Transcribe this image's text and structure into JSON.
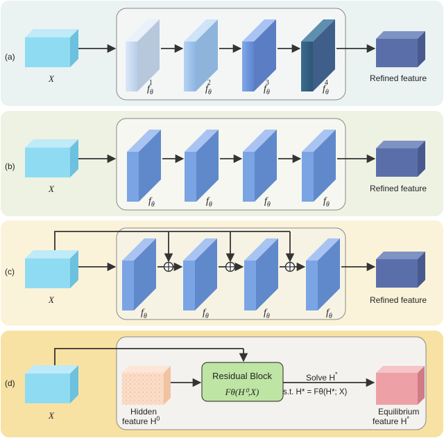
{
  "panels": [
    {
      "label": "(a)",
      "input": "X",
      "output": "Refined feature",
      "layers": [
        {
          "base": "f",
          "sub": "θ",
          "sup": "1"
        },
        {
          "base": "f",
          "sub": "θ",
          "sup": "2"
        },
        {
          "base": "f",
          "sub": "θ",
          "sup": "3"
        },
        {
          "base": "f",
          "sub": "θ",
          "sup": "4"
        }
      ]
    },
    {
      "label": "(b)",
      "input": "X",
      "output": "Refined feature",
      "layers": [
        {
          "base": "f",
          "sub": "θ"
        },
        {
          "base": "f",
          "sub": "θ"
        },
        {
          "base": "f",
          "sub": "θ"
        },
        {
          "base": "f",
          "sub": "θ"
        }
      ]
    },
    {
      "label": "(c)",
      "input": "X",
      "output": "Refined feature",
      "layers": [
        {
          "base": "f",
          "sub": "θ"
        },
        {
          "base": "f",
          "sub": "θ"
        },
        {
          "base": "f",
          "sub": "θ"
        },
        {
          "base": "f",
          "sub": "θ"
        }
      ]
    },
    {
      "label": "(d)",
      "input": "X",
      "hidden_label_line1": "Hidden",
      "hidden_label_line2": "feature H",
      "hidden_label_sup": "0",
      "residual_title": "Residual Block",
      "residual_formula": "Fθ(H⁰,X)",
      "solve_line1": "Solve H",
      "solve_line1_sup": "*",
      "solve_line2": "s.t. H* = Fθ(H*; X)",
      "equilibrium_line1": "Equilibrium",
      "equilibrium_line2": "feature H",
      "equilibrium_sup": "*"
    }
  ],
  "colors": {
    "panel_a_bg": "#eaf2f2",
    "panel_b_bg": "#eef2e3",
    "panel_c_bg": "#fbf3d9",
    "panel_d_bg": "#f8e2a3",
    "input_front": "#8fdcf2",
    "input_top": "#bfeaf8",
    "input_side": "#6cc1de",
    "output_front": "#5a6fa9",
    "output_top": "#7f92c4",
    "output_side": "#48598f",
    "layer_front": "#7aa4e4",
    "layer_side": "#5f89cb",
    "hidden_front": "#f8d6bf",
    "residual_fill": "#bfe5a4",
    "equilibrium_front": "#eea0a7"
  }
}
